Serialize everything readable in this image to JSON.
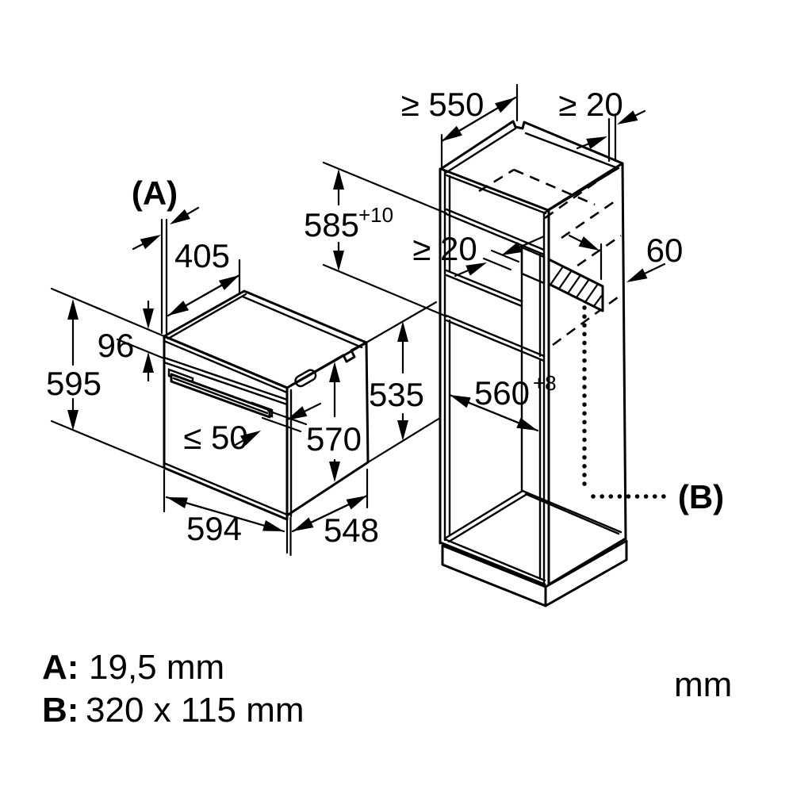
{
  "diagram": {
    "unit": "mm",
    "oven": {
      "callout_a": "(A)",
      "dim_top_setback": "405",
      "dim_panel_height": "96",
      "dim_height": "595",
      "dim_handle_max": "≤ 50",
      "dim_depth": "570",
      "dim_width": "594",
      "dim_body_depth": "548",
      "dim_side_height": "535"
    },
    "cabinet": {
      "dim_min_depth": "≥ 550",
      "dim_wall_gap": "≥ 20",
      "dim_niche_height": "585",
      "dim_niche_height_tol": "+10",
      "dim_vent_gap": "≥ 20",
      "dim_vent_offset": "60",
      "dim_niche_width": "560",
      "dim_niche_width_tol": "+8",
      "callout_b": "(B)"
    },
    "legend": {
      "a_label": "A:",
      "a_value": "19,5 mm",
      "b_label": "B:",
      "b_value": "320 x 115 mm"
    }
  }
}
